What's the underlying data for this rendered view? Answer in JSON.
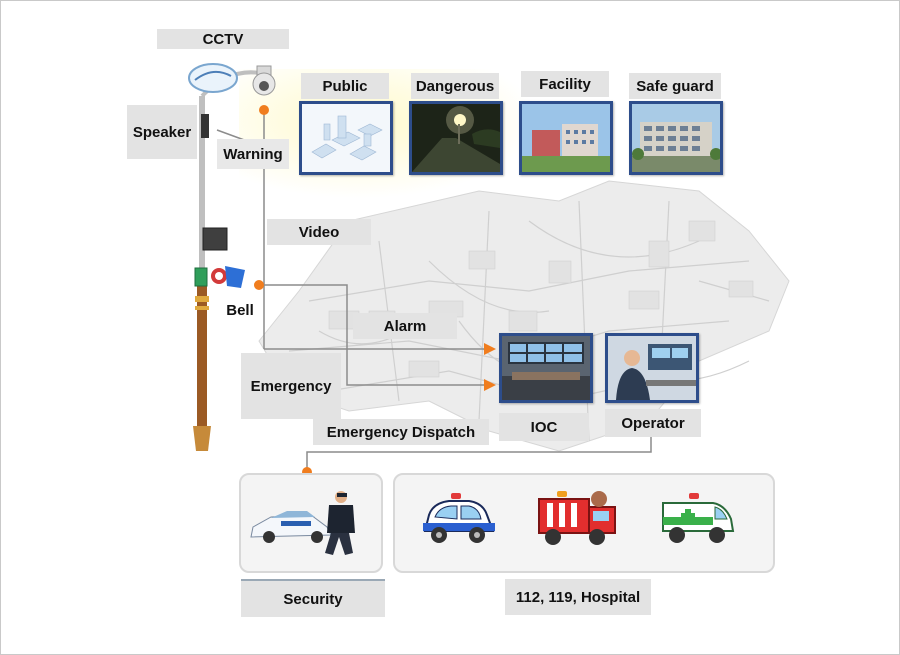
{
  "labels": {
    "cctv": "CCTV",
    "speaker": "Speaker",
    "warning": "Warning",
    "public": "Public",
    "dangerous": "Dangerous",
    "facility": "Facility",
    "safe_guard": "Safe guard",
    "video": "Video",
    "bell": "Bell",
    "alarm": "Alarm",
    "emergency": "Emergency",
    "emergency_dispatch": "Emergency Dispatch",
    "ioc": "IOC",
    "operator": "Operator",
    "security": "Security",
    "responders": "112, 119, Hospital"
  },
  "colors": {
    "label_bg": "#e3e3e3",
    "thumb_border": "#2d4d8b",
    "connector_dot": "#f07d1e",
    "connector_line": "#8c8c8c",
    "pole": "#9b5a24"
  },
  "icons": [
    "camera-icon",
    "speaker-icon",
    "bell-icon",
    "police-car-icon",
    "fire-truck-icon",
    "ambulance-icon",
    "security-guard-icon"
  ]
}
